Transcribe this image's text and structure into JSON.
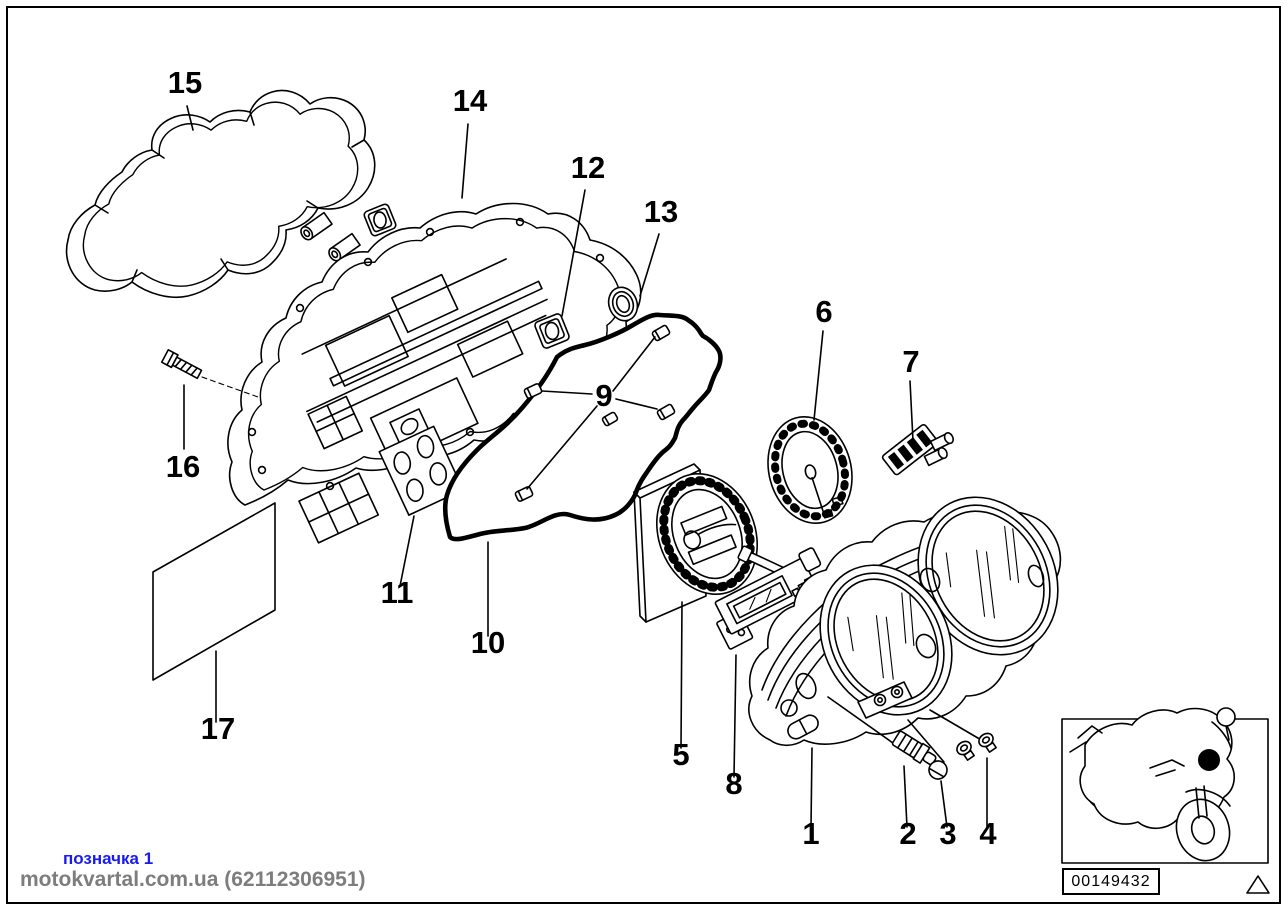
{
  "note": {
    "text": "позначка 1"
  },
  "watermark": {
    "text": "motokvartal.com.ua (62112306951)"
  },
  "legend": {
    "image_code": "00149432"
  },
  "colors": {
    "note_blue": "#1a1aee",
    "watermark_gray": "#7d7d7d",
    "ink": "#000000",
    "paper": "#ffffff"
  },
  "callouts": [
    {
      "label": "15"
    },
    {
      "label": "14"
    },
    {
      "label": "12"
    },
    {
      "label": "13"
    },
    {
      "label": "16"
    },
    {
      "label": "9"
    },
    {
      "label": "6"
    },
    {
      "label": "7"
    },
    {
      "label": "11"
    },
    {
      "label": "10"
    },
    {
      "label": "17"
    },
    {
      "label": "5"
    },
    {
      "label": "8"
    },
    {
      "label": "1"
    },
    {
      "label": "2"
    },
    {
      "label": "3"
    },
    {
      "label": "4"
    }
  ]
}
